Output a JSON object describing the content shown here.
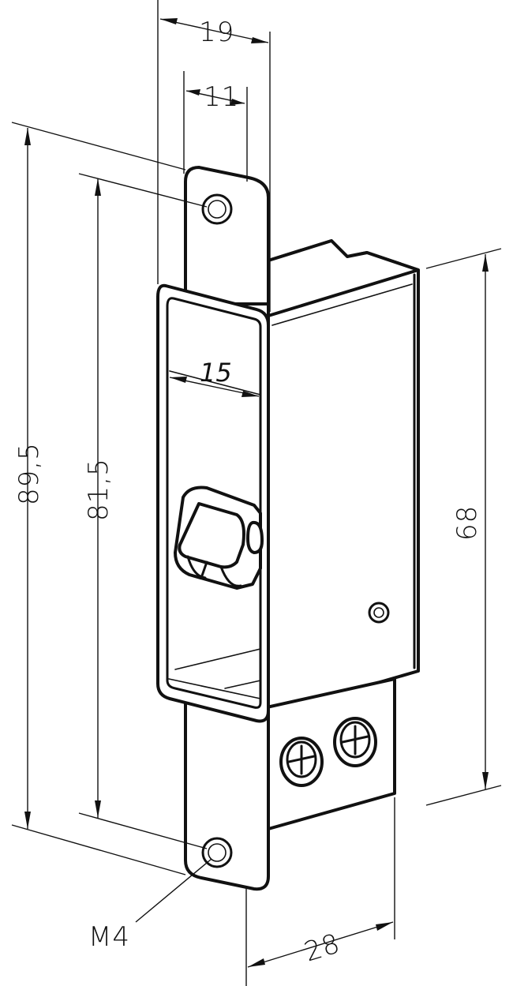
{
  "dimensions": {
    "width_19": "19",
    "width_11": "11",
    "width_15": "15",
    "height_89_5": "89,5",
    "height_81_5": "81,5",
    "height_68": "68",
    "width_28": "28",
    "thread_m4": "M4"
  },
  "colors": {
    "line": "#111111",
    "background": "#ffffff"
  }
}
